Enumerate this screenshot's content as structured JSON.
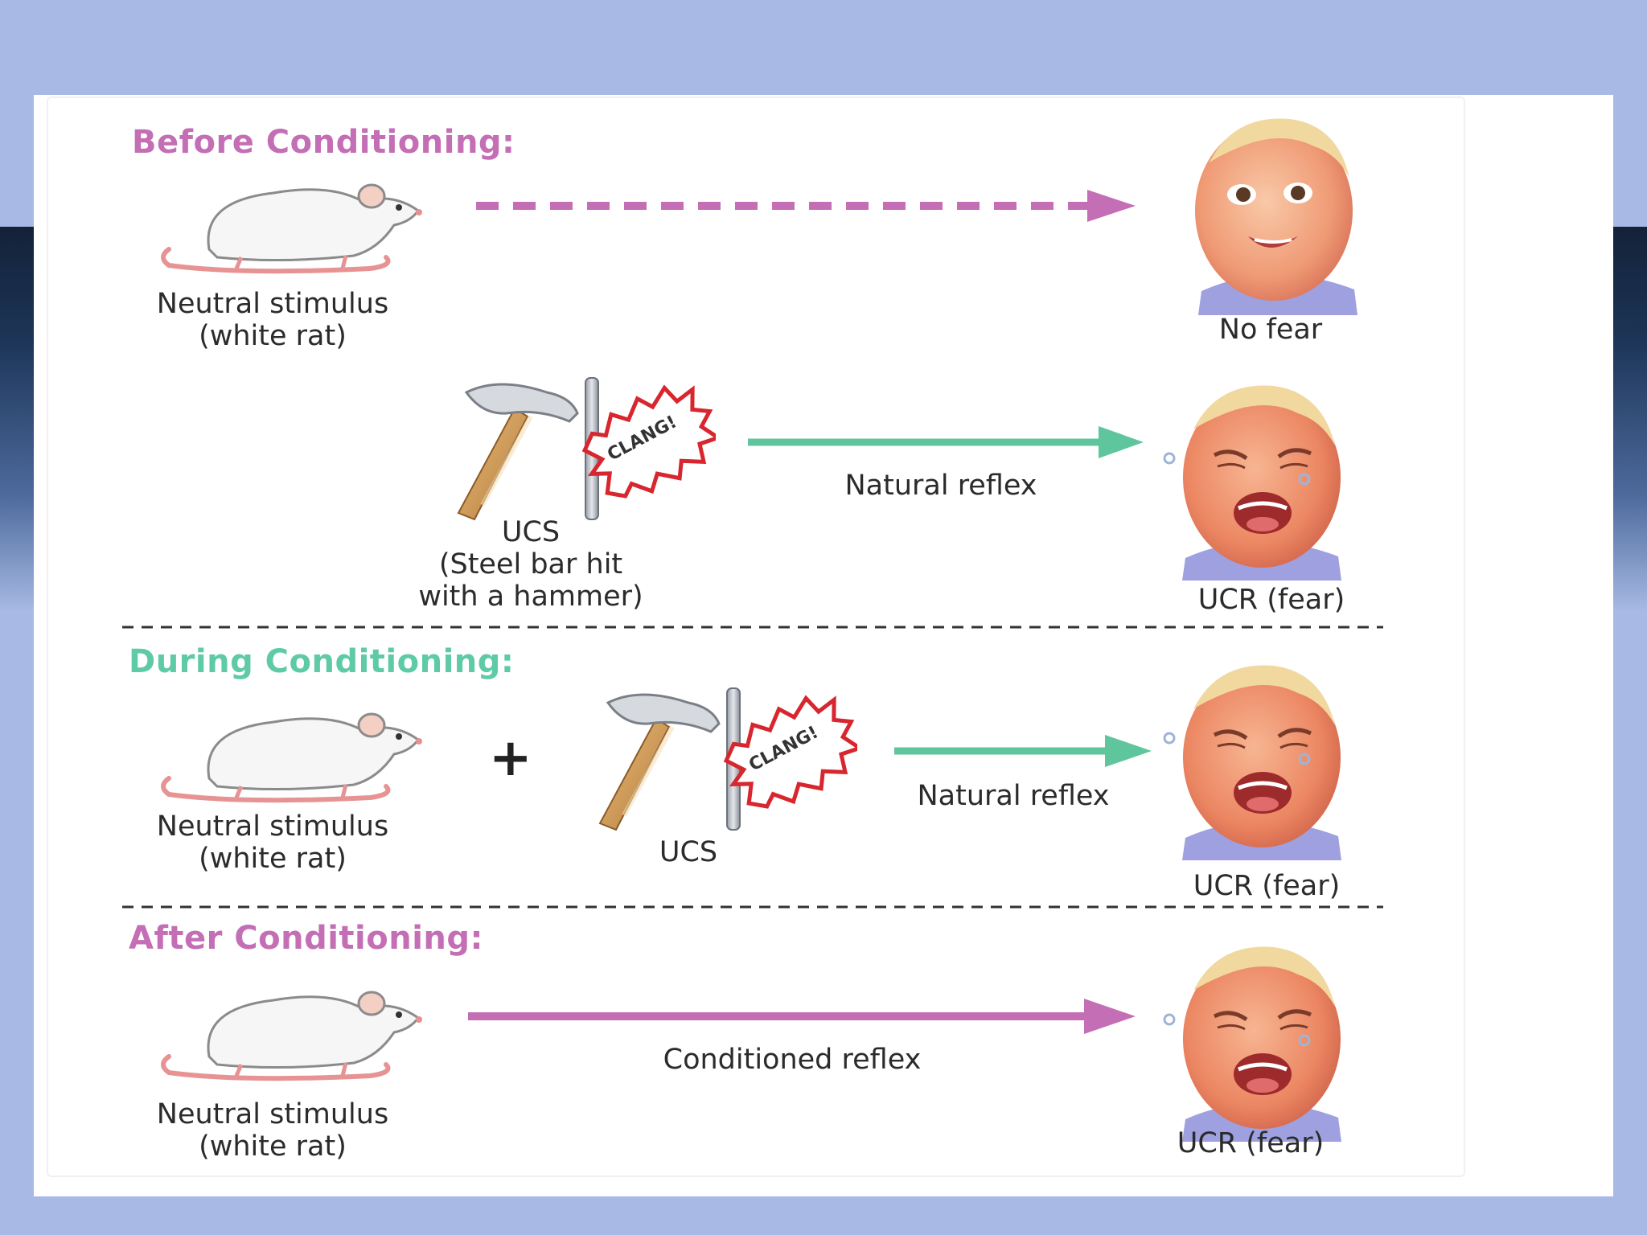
{
  "colors": {
    "slide_bg": "#a7b9e4",
    "before_title": "#c46fb5",
    "during_title": "#5fcaa6",
    "after_title": "#c46fb5",
    "pink_arrow": "#c46fb5",
    "green_arrow": "#5fc59c",
    "clang_red": "#d8262e"
  },
  "icons": [
    "white-rat-icon",
    "hammer-steel-bar-icon",
    "clang-burst-icon",
    "calm-baby-face-icon",
    "crying-baby-face-icon",
    "plus-icon",
    "arrow-icon"
  ],
  "sections": {
    "before": {
      "title": "Before Conditioning:",
      "rat_label_1": "Neutral stimulus",
      "rat_label_2": "(white rat)",
      "baby_no_fear": "No fear",
      "ucs_label_1": "UCS",
      "ucs_label_2": "(Steel bar hit",
      "ucs_label_3": "with a hammer)",
      "arrow_label": "Natural reflex",
      "ucr_label": "UCR (fear)"
    },
    "during": {
      "title": "During Conditioning:",
      "rat_label_1": "Neutral stimulus",
      "rat_label_2": "(white rat)",
      "ucs_label": "UCS",
      "arrow_label": "Natural reflex",
      "ucr_label": "UCR (fear)"
    },
    "after": {
      "title": "After Conditioning:",
      "rat_label_1": "Neutral stimulus",
      "rat_label_2": "(white rat)",
      "arrow_label": "Conditioned reflex",
      "ucr_label": "UCR (fear)"
    }
  },
  "clang_text": "CLANG!",
  "plus_sign": "+"
}
